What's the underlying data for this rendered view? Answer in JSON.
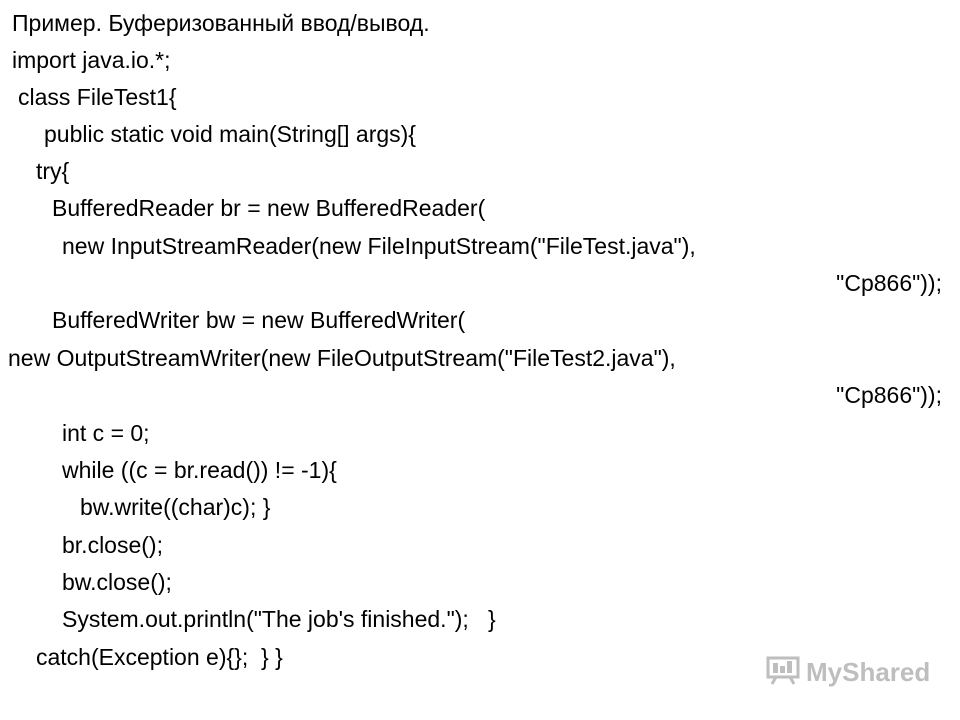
{
  "lines": [
    "Пример. Буферизованный ввод/вывод.",
    "import java.io.*;",
    "class FileTest1{",
    "public static void main(String[] args){",
    "try{",
    "BufferedReader br = new BufferedReader(",
    "new InputStreamReader(new FileInputStream(\"FileTest.java\"),",
    "\"Cp866\"));",
    "BufferedWriter bw = new BufferedWriter(",
    "new OutputStreamWriter(new FileOutputStream(\"FileTest2.java\"),",
    "\"Cp866\"));",
    "int c = 0;",
    "while ((c = br.read()) != -1){",
    "bw.write((char)c); }",
    "br.close();",
    "bw.close();",
    "System.out.println(\"The job's finished.\");   }",
    "catch(Exception e){};  } }"
  ],
  "watermark": {
    "text": "MyShared",
    "icon": "presentation-board-icon",
    "color": "#8a8a8a"
  }
}
